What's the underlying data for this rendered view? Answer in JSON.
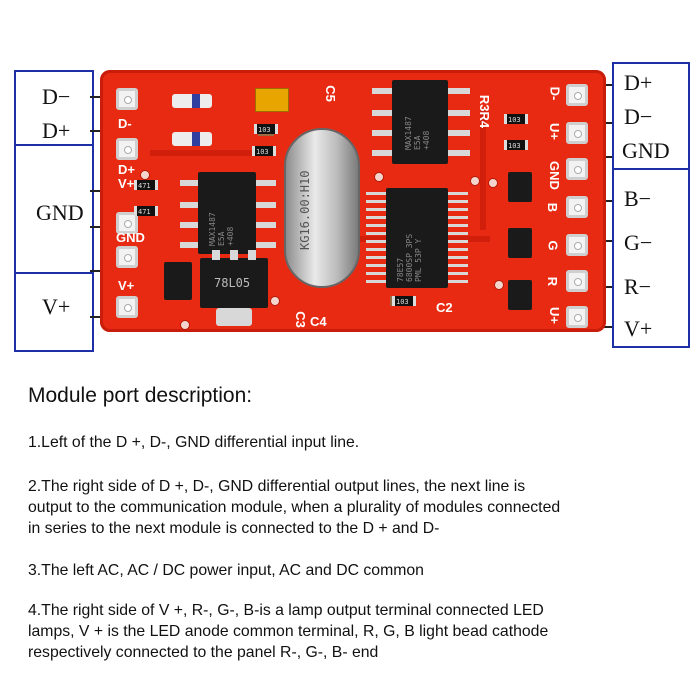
{
  "left_labels": [
    "D−",
    "D+",
    "GND",
    "V+"
  ],
  "right_labels": [
    "D+",
    "D−",
    "GND",
    "B−",
    "G−",
    "R−",
    "V+"
  ],
  "board": {
    "left_silk": [
      "D-",
      "D+",
      "V+",
      "GND",
      "V+"
    ],
    "right_silk": [
      "D-",
      "U+",
      "GND",
      "B",
      "G",
      "R",
      "U+"
    ],
    "misc_silk": {
      "c5": "C5",
      "c3": "C3",
      "c4": "C4",
      "c2": "C2",
      "r3r4": "R3R4"
    },
    "crystal_text": "KG16.00:H10",
    "chip1_text": "MAX1487\nE5A\n+408",
    "chip2_text": "MAX1487\nE5A\n+408",
    "chip3_text": "78E57\n6800SP 3PS\nPML 53P Y",
    "regulator_text": "78L05",
    "resistor_texts": [
      "103",
      "103",
      "471",
      "471",
      "103",
      "103",
      "103"
    ]
  },
  "description": {
    "title": "Module port description:",
    "items": [
      "1.Left of the D +, D-, GND differential input line.",
      "2.The right side of D +, D-, GND differential output lines, the next line is\noutput to the communication module, when a plurality of modules connected\n in series to the next module is connected to the D + and D-",
      "3.The left AC, AC / DC power input, AC and DC common",
      "4.The right side of V +, R-, G-, B-is a lamp output terminal connected LED\nlamps, V + is the LED anode common terminal, R, G, B light bead cathode\nrespectively connected to the panel R-, G-, B- end"
    ]
  }
}
